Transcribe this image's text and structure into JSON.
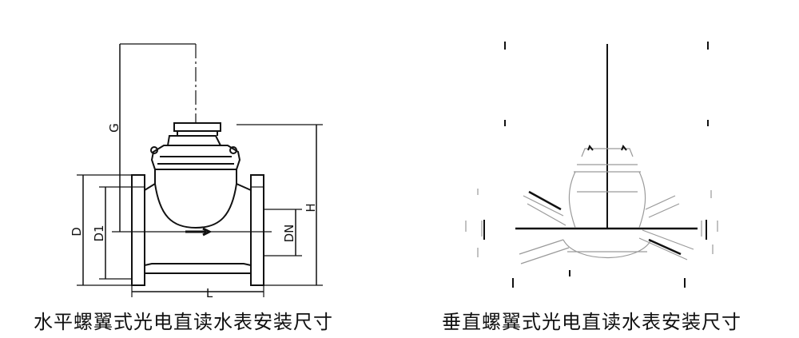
{
  "diagrams": [
    {
      "dimension_labels": {
        "G": "G",
        "H": "H",
        "D": "D",
        "D1": "D1",
        "DN": "DN",
        "L": "L"
      },
      "caption": "水平螺翼式光电直读水表安装尺寸"
    },
    {
      "caption": "垂直螺翼式光电直读水表安装尺寸"
    }
  ]
}
